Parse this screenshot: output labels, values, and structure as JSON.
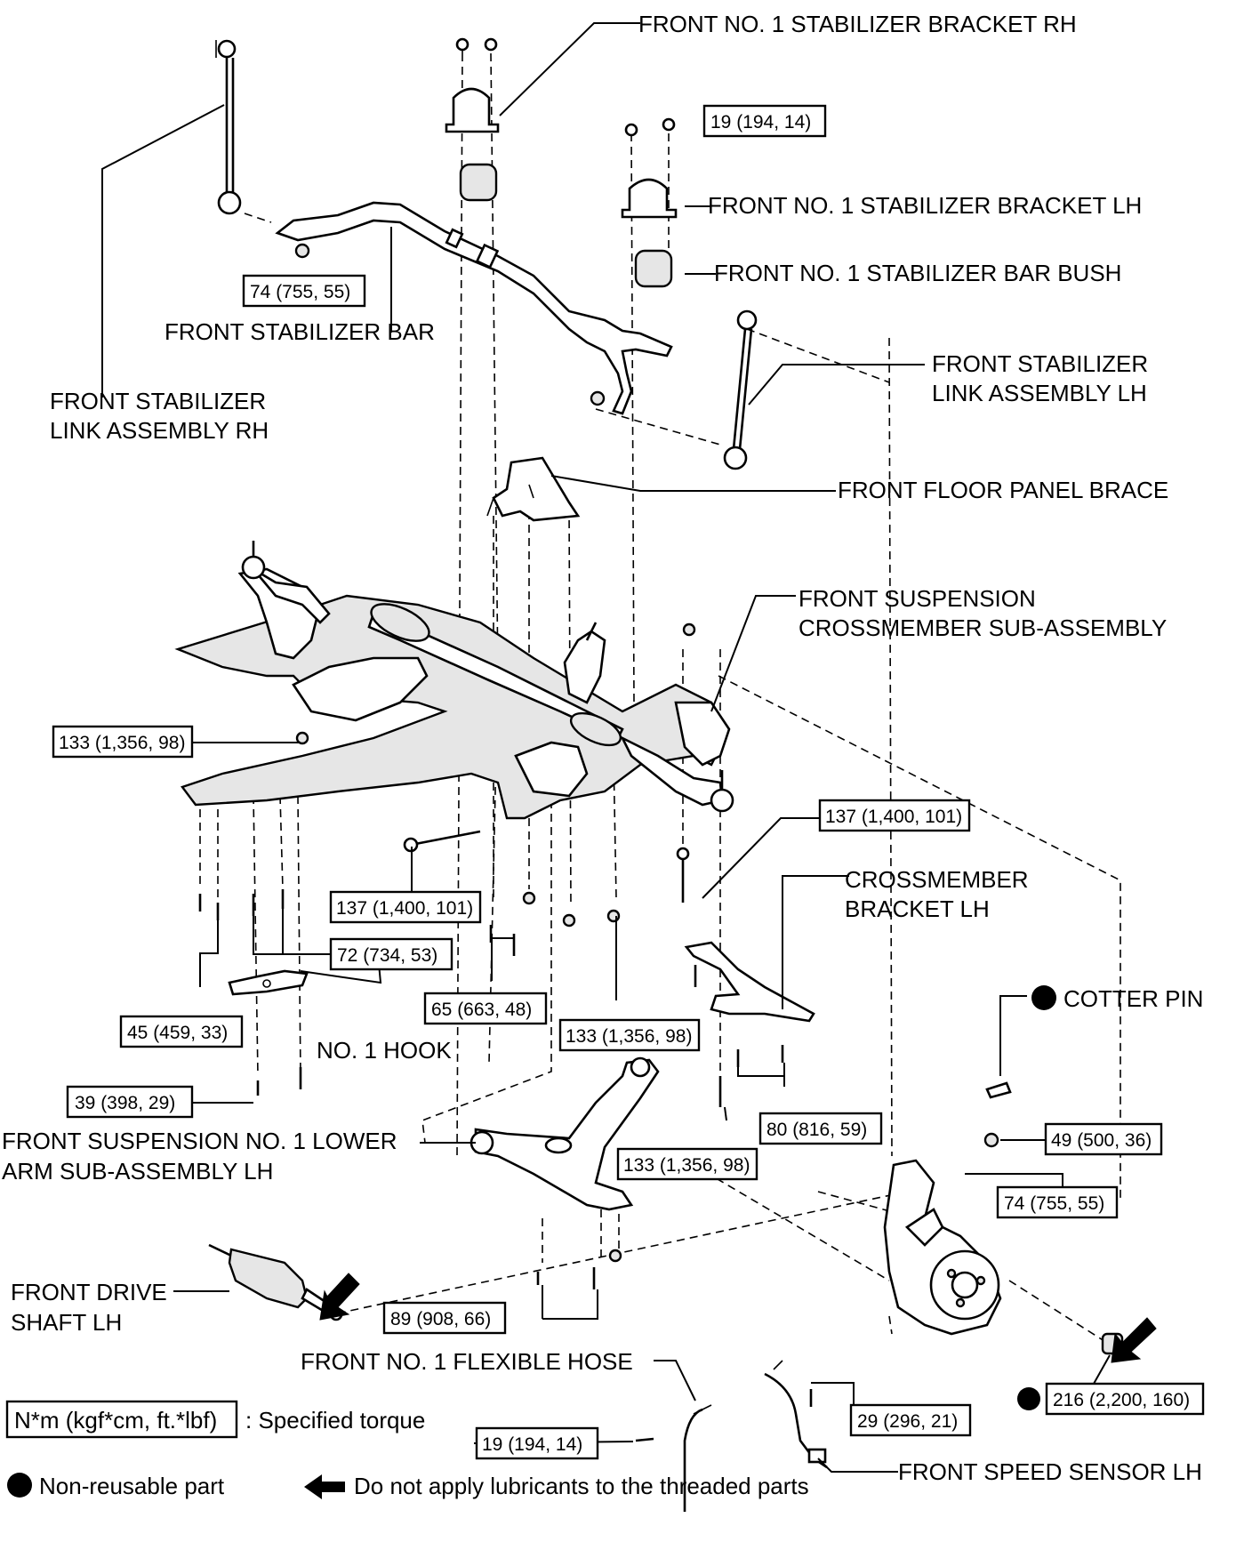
{
  "labels": {
    "bracket_rh": "FRONT NO. 1 STABILIZER BRACKET RH",
    "bracket_lh": "FRONT NO. 1 STABILIZER BRACKET LH",
    "bar_bush": "FRONT NO. 1 STABILIZER BAR BUSH",
    "stabilizer_bar": "FRONT STABILIZER BAR",
    "link_rh_1": "FRONT STABILIZER",
    "link_rh_2": "LINK ASSEMBLY RH",
    "link_lh_1": "FRONT STABILIZER",
    "link_lh_2": "LINK ASSEMBLY LH",
    "floor_brace": "FRONT FLOOR PANEL BRACE",
    "crossmember_1": "FRONT SUSPENSION",
    "crossmember_2": "CROSSMEMBER SUB-ASSEMBLY",
    "cm_bracket_1": "CROSSMEMBER",
    "cm_bracket_2": "BRACKET LH",
    "cotter_pin": "COTTER PIN",
    "hook": "NO. 1 HOOK",
    "lower_arm_1": "FRONT SUSPENSION NO. 1 LOWER",
    "lower_arm_2": "ARM SUB-ASSEMBLY LH",
    "drive_shaft_1": "FRONT DRIVE",
    "drive_shaft_2": "SHAFT LH",
    "flex_hose": "FRONT NO. 1 FLEXIBLE HOSE",
    "speed_sensor": "FRONT SPEED SENSOR LH"
  },
  "torques": {
    "t_19a": "19 (194, 14)",
    "t_74a": "74 (755, 55)",
    "t_133a": "133 (1,356, 98)",
    "t_137a": "137 (1,400, 101)",
    "t_137b": "137 (1,400, 101)",
    "t_72": "72 (734, 53)",
    "t_45": "45 (459, 33)",
    "t_65": "65 (663, 48)",
    "t_133b": "133 (1,356, 98)",
    "t_39": "39 (398, 29)",
    "t_80": "80 (816, 59)",
    "t_133c": "133 (1,356, 98)",
    "t_49": "49 (500, 36)",
    "t_74b": "74 (755, 55)",
    "t_89": "89 (908, 66)",
    "t_216": "216 (2,200, 160)",
    "t_29": "29 (296, 21)",
    "t_19b": "19 (194, 14)"
  },
  "legend": {
    "torque_unit": "N*m (kgf*cm, ft.*lbf)",
    "torque_desc": ": Specified torque",
    "non_reusable": "Non-reusable part",
    "no_lube": "Do not apply lubricants to the threaded parts"
  },
  "icons": {
    "non_reusable_marker": "filled-circle-icon",
    "no_lube_marker": "left-arrow-icon"
  }
}
